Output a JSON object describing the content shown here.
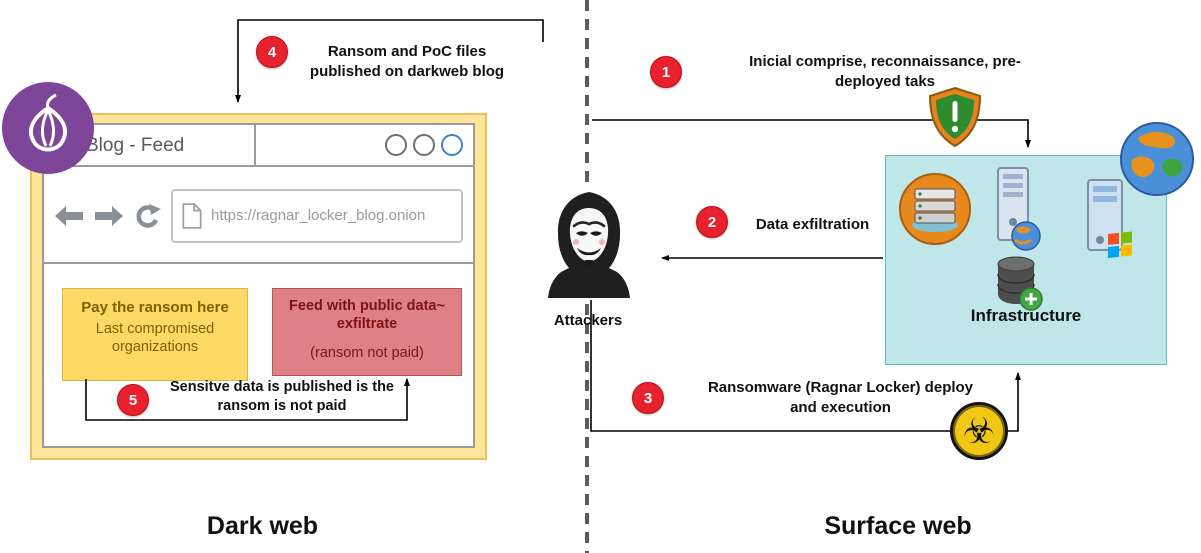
{
  "labels": {
    "dark_web": "Dark web",
    "surface_web": "Surface web",
    "attackers": "Attackers",
    "infrastructure": "Infrastructure"
  },
  "steps": [
    {
      "num": "1",
      "text": "Inicial comprise, reconnaissance, pre-\ndeployed taks"
    },
    {
      "num": "2",
      "text": "Data exfiltration"
    },
    {
      "num": "3",
      "text": "Ransomware (Ragnar Locker) deploy\nand execution"
    },
    {
      "num": "4",
      "text": "Ransom and PoC files\npublished on darkweb blog"
    },
    {
      "num": "5",
      "text": "Sensitve data is published is the\nransom is not paid"
    }
  ],
  "browser": {
    "tab_title": "Blog - Feed",
    "url": "https://ragnar_locker_blog.onion",
    "pay_box_title": "Pay the ransom here",
    "pay_box_body": "Last compromised\norganizations",
    "feed_box_title": "Feed with public data~\nexfiltrate",
    "feed_box_note": "(ransom not paid)"
  },
  "icons": {
    "biohazard_glyph": "☣",
    "tor": "onion-logo",
    "attacker": "anonymous-mask",
    "shield": "security-shield",
    "globe": "internet-globe"
  },
  "colors": {
    "step_badge": "#e8212c",
    "browser_frame": "#ffe59a",
    "ransom_box": "#ffd966",
    "feed_box": "#de8085",
    "infrastructure_box": "#bfe6e9",
    "tor_purple": "#7d4698"
  }
}
